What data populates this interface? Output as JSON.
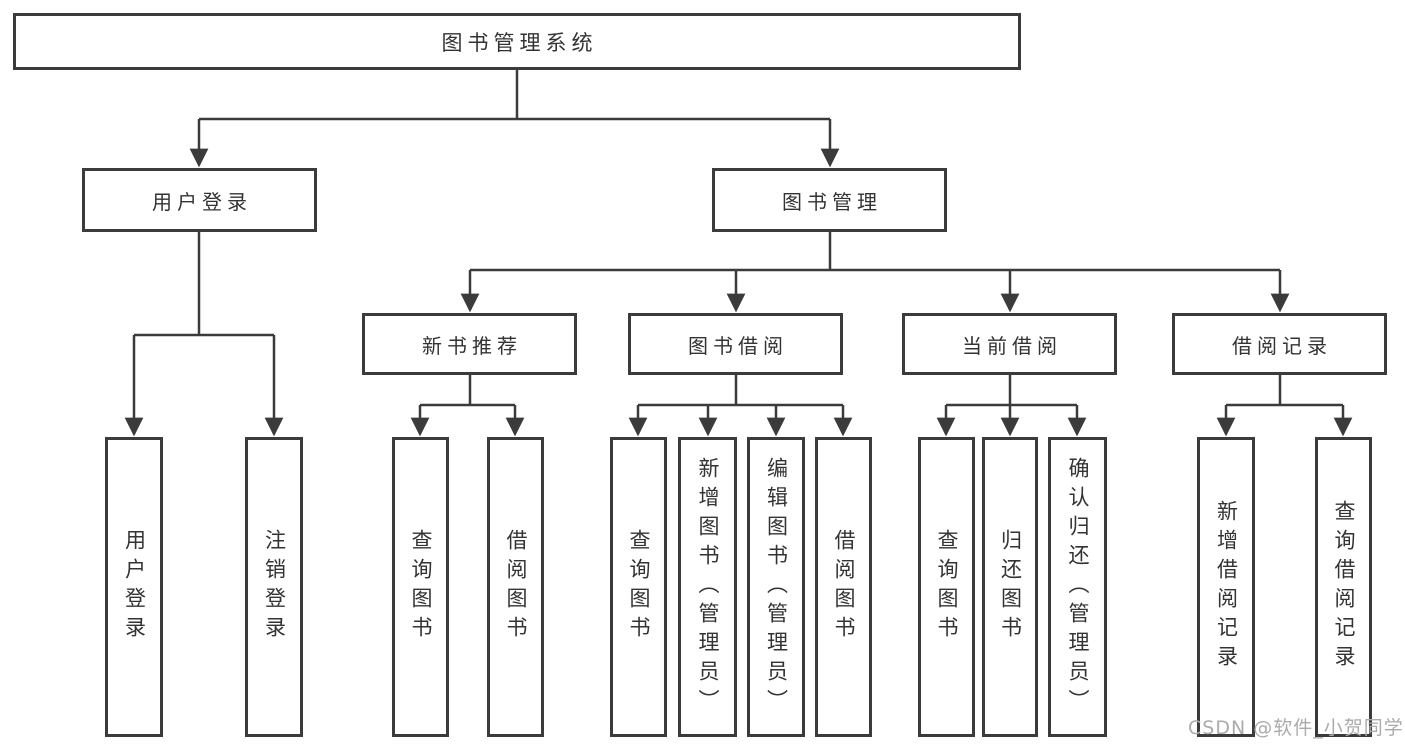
{
  "colors": {
    "box_border": "#3b3b3b",
    "connector_line": "#3b3b3b",
    "text": "#333333",
    "watermark": "#ababab",
    "background": "#ffffff"
  },
  "nodes": {
    "root": "图书管理系统",
    "user_login": "用户登录",
    "book_mgmt": "图书管理",
    "new_book_rec": "新书推荐",
    "book_borrow": "图书借阅",
    "current_borrow": "当前借阅",
    "borrow_records": "借阅记录",
    "leaf_user_login": "用户登录",
    "leaf_logout": "注销登录",
    "leaf_query_book_rec": "查询图书",
    "leaf_borrow_book_rec": "借阅图书",
    "leaf_query_book_borrow": "查询图书",
    "leaf_add_book_admin": "新增图书（管理员）",
    "leaf_edit_book_admin": "编辑图书（管理员）",
    "leaf_borrow_book_borrow": "借阅图书",
    "leaf_query_book_current": "查询图书",
    "leaf_return_book": "归还图书",
    "leaf_confirm_return_admin": "确认归还（管理员）",
    "leaf_add_borrow_record": "新增借阅记录",
    "leaf_query_borrow_record": "查询借阅记录"
  },
  "watermark": "CSDN @软件_小贺同学"
}
